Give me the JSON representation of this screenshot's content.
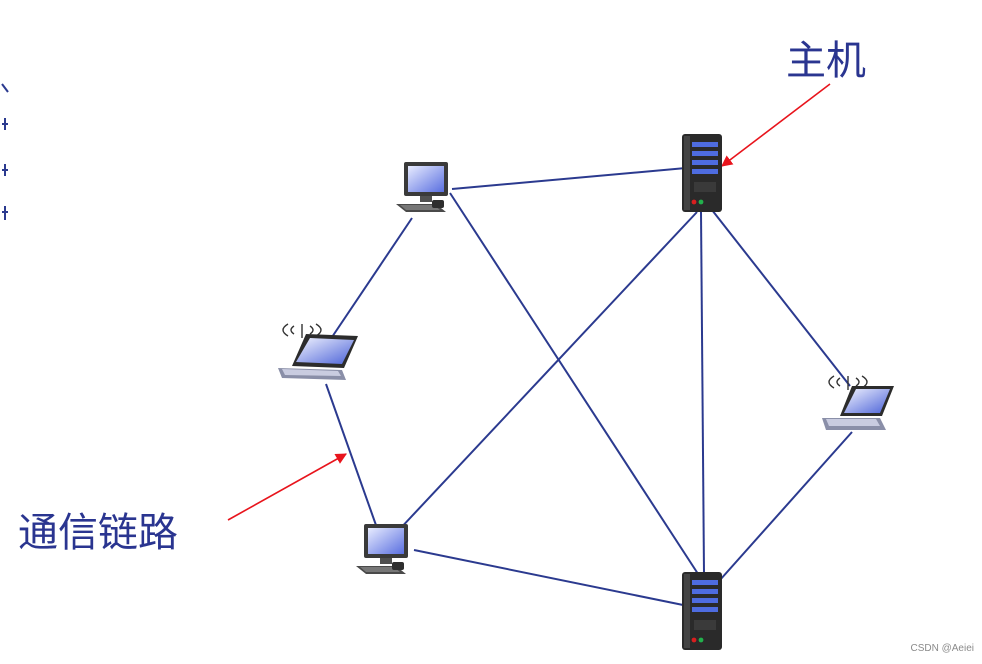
{
  "labels": {
    "host": "主机",
    "link": "通信链路"
  },
  "watermark": "CSDN @Aeiei",
  "colors": {
    "link_line": "#2b3a8f",
    "annotation_arrow": "#e8141c",
    "label_text": "#2a3590"
  },
  "icons": {
    "desktop": "desktop-computer-icon",
    "laptop": "wireless-laptop-icon",
    "server": "server-tower-icon"
  }
}
